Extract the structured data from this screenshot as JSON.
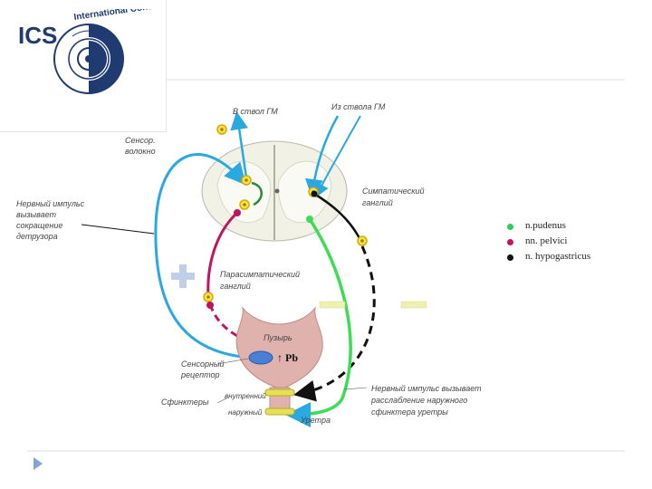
{
  "logo": {
    "text": "ICS",
    "ring_text": "International Continence Society"
  },
  "labels": {
    "to_brain": "В ствол ГМ",
    "from_brain": "Из ствола ГМ",
    "sensory_line1": "Сенсор.",
    "sensory_line2": "волокно",
    "symp_line1": "Симпатический",
    "symp_line2": "ганглий",
    "impulse_line1": "Нервный импульс",
    "impulse_line2": "вызывает",
    "impulse_line3": "сокращение",
    "impulse_line4": "детрузора",
    "parasym_line1": "Парасимпатический",
    "parasym_line2": "ганглий",
    "bladder": "Пузырь",
    "receptor_line1": "Сенсорный",
    "receptor_line2": "рецептор",
    "pressure": "↑ Pb",
    "sphincters": "Сфинктеры",
    "inner": "внутренний",
    "outer": "наружный",
    "urethra": "Уретра",
    "relax_line1": "Нервный импульс вызывает",
    "relax_line2": "расслабление наружного",
    "relax_line3": "сфинктера уретры"
  },
  "legend": [
    {
      "label": "n.pudenus",
      "color": "#2ecc55"
    },
    {
      "label": "nn. pelvici",
      "color": "#c0155e"
    },
    {
      "label": "n. hypogastricus",
      "color": "#111111"
    }
  ],
  "colors": {
    "blue": "#2aa8e0",
    "green": "#3ddc55",
    "magenta": "#c0155e",
    "navy": "#1f3b70",
    "plus": "#bfcfe6",
    "minus": "#eef0b0"
  }
}
